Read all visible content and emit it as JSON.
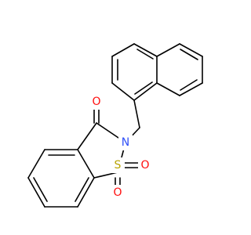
{
  "molecule": {
    "atoms": {
      "carbonyl_oxygen": {
        "symbol": "O",
        "color": "#ff0d0d"
      },
      "nitrogen": {
        "symbol": "N",
        "color": "#3050f8"
      },
      "sulfur": {
        "symbol": "S",
        "color": "#b8a300"
      },
      "sulfonyl_oxygen_right": {
        "symbol": "O",
        "color": "#ff0d0d"
      },
      "sulfonyl_oxygen_bottom": {
        "symbol": "O",
        "color": "#ff0d0d"
      }
    }
  }
}
